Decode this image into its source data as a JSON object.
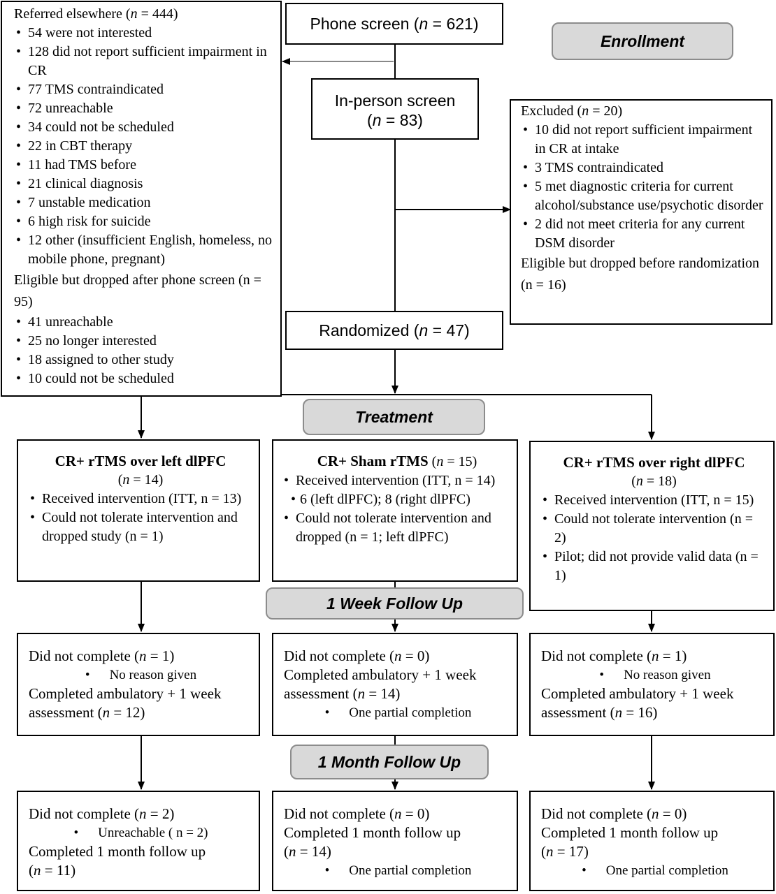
{
  "phone_screen": {
    "label": "Phone screen (",
    "n_sym": "n",
    "value": " = 621)"
  },
  "in_person_screen": {
    "label": "In-person screen",
    "n_sym": "n",
    "value": " = 83)"
  },
  "randomized": {
    "label": "Randomized (",
    "n_sym": "n",
    "value": " = 47)"
  },
  "referred": {
    "title": "Referred elsewhere (",
    "n_sym": "n",
    "value": " = 444)",
    "items": [
      "54 were not interested",
      "128 did not report sufficient impairment in CR",
      "77 TMS contraindicated",
      "72 unreachable",
      "34 could not be scheduled",
      "22 in CBT therapy",
      "11 had TMS before",
      "21 clinical diagnosis",
      "7 unstable medication",
      "6 high risk for suicide",
      "12 other (insufficient English, homeless, no mobile phone, pregnant)"
    ],
    "dropped_title": "Eligible but dropped after phone screen (n = 95)",
    "dropped_items": [
      "41 unreachable",
      "25 no longer interested",
      "18 assigned to other study",
      "10 could not be scheduled"
    ]
  },
  "excluded": {
    "title": "Excluded (",
    "n_sym": "n",
    "value": " = 20)",
    "items": [
      "10 did not report sufficient impairment in CR at intake",
      "3 TMS contraindicated",
      "5 met diagnostic criteria for current alcohol/substance use/psychotic disorder",
      "2 did not meet criteria for any current DSM disorder"
    ],
    "dropped": "Eligible but dropped before randomization (n = 16)"
  },
  "stages": {
    "enrollment": "Enrollment",
    "treatment": "Treatment",
    "week": "1 Week Follow Up",
    "month": "1 Month Follow Up"
  },
  "arm_left": {
    "title": "CR+ rTMS over left dlPFC",
    "n_sym": "n",
    "n": " = 14)",
    "items": [
      "Received intervention (ITT, n = 13)",
      "Could not tolerate intervention and dropped study (n = 1)"
    ],
    "week_dnc": " = 1)",
    "week_reason": "No reason given",
    "week_completed": "Completed ambulatory + 1 week assessment (",
    "week_completed_n": " = 12)",
    "month_dnc": " = 2)",
    "month_reason": "Unreachable ( n = 2)",
    "month_completed": "Completed 1 month follow up",
    "month_completed_n": " = 11)"
  },
  "arm_sham": {
    "title": "CR+ Sham rTMS",
    "n_sym": "n",
    "n": " = 15)",
    "items": [
      "Received intervention (ITT, n = 14)"
    ],
    "sub_item": "6 (left dlPFC); 8 (right dlPFC)",
    "items2": [
      "Could not tolerate intervention and dropped (n = 1; left dlPFC)"
    ],
    "week_dnc": " = 0)",
    "week_completed": "Completed ambulatory + 1 week assessment (",
    "week_completed_n": " = 14)",
    "week_reason": "One partial completion",
    "month_dnc": " = 0)",
    "month_completed": "Completed 1 month follow up",
    "month_completed_n": " = 14)",
    "month_reason": "One partial completion"
  },
  "arm_right": {
    "title": "CR+ rTMS over right dlPFC",
    "n_sym": "n",
    "n": " = 18)",
    "items": [
      "Received intervention (ITT, n = 15)",
      "Could not tolerate intervention (n = 2)",
      "Pilot; did not provide valid data (n = 1)"
    ],
    "week_dnc": " = 1)",
    "week_reason": "No reason given",
    "week_completed": "Completed ambulatory + 1 week assessment (",
    "week_completed_n": " = 16)",
    "month_dnc": " = 0)",
    "month_completed": "Completed 1 month follow up",
    "month_completed_n": " = 17)",
    "month_reason": "One partial completion"
  },
  "common": {
    "did_not_complete": "Did not complete (",
    "open_paren": "(",
    "n_sym": "n"
  }
}
